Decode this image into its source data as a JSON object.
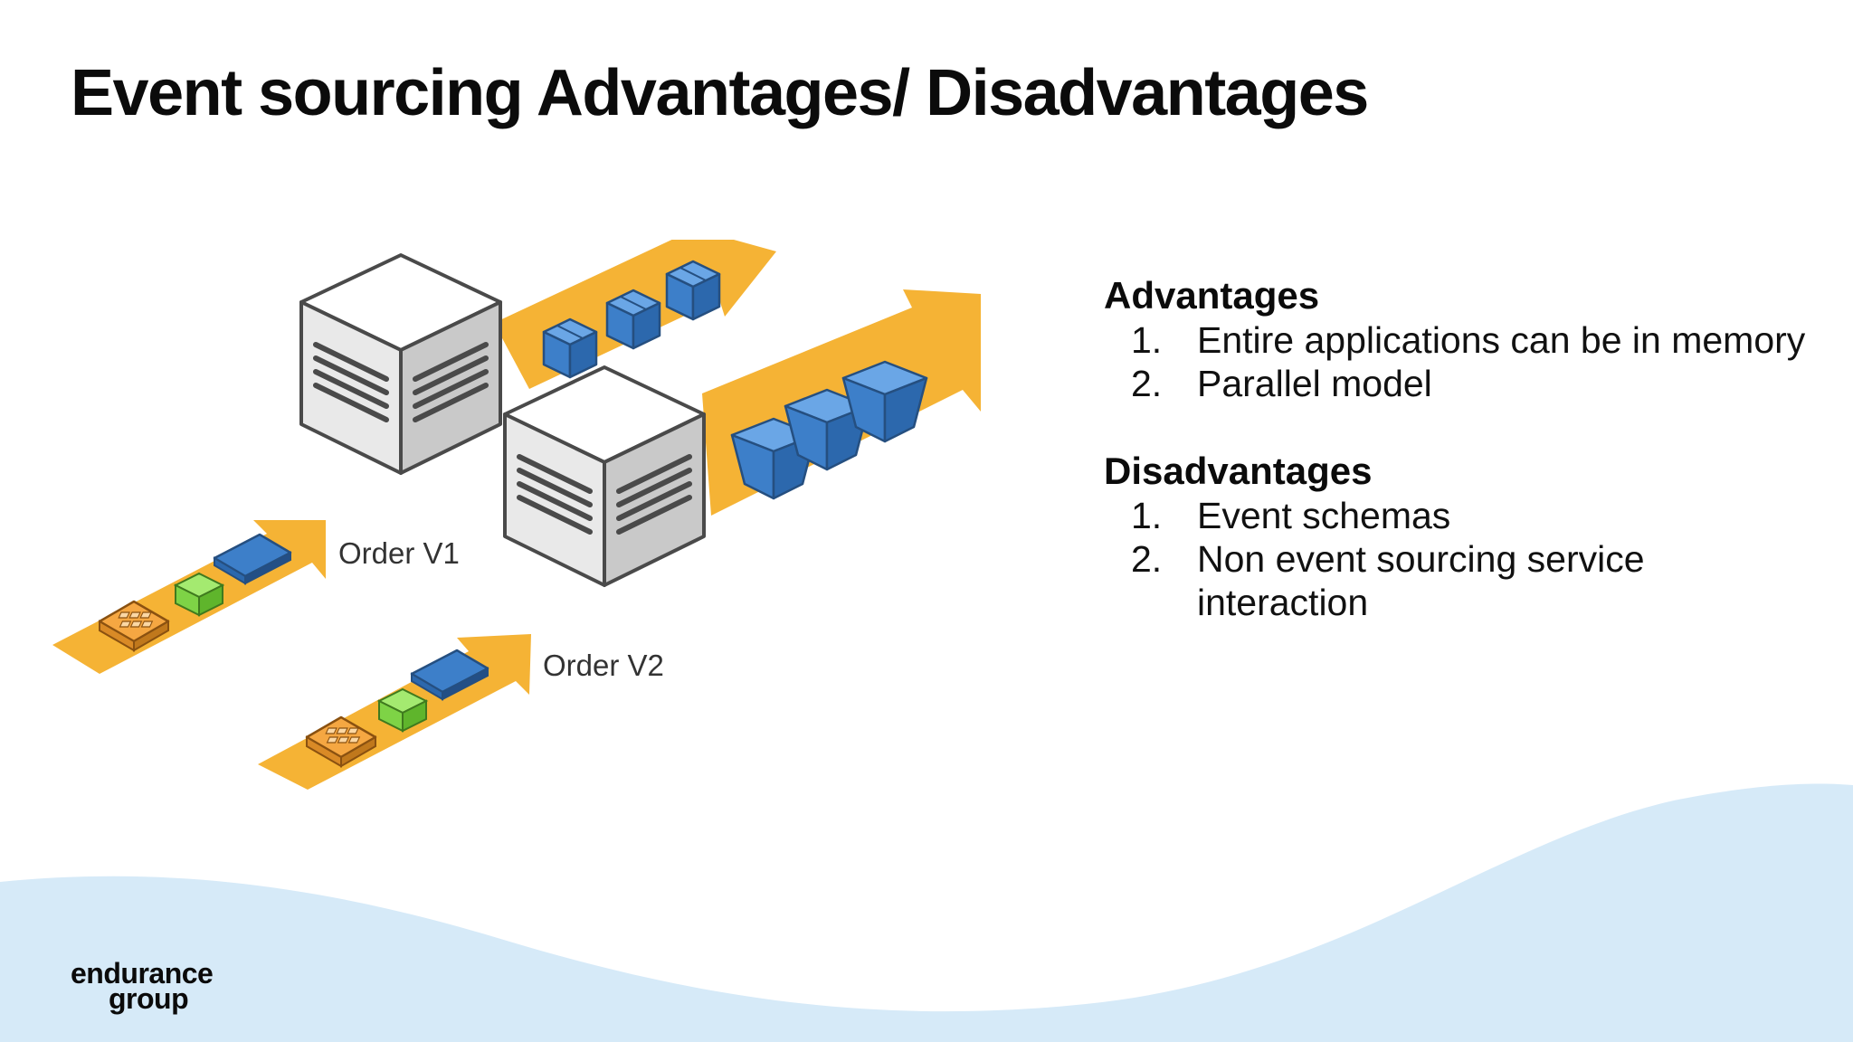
{
  "slide": {
    "title": "Event sourcing Advantages/ Disadvantages",
    "diagram": {
      "labels": [
        "Order V1",
        "Order V2"
      ]
    },
    "advantages": {
      "heading": "Advantages",
      "items": [
        {
          "num": "1.",
          "text": "Entire applications can be in memory"
        },
        {
          "num": "2.",
          "text": "Parallel model"
        }
      ]
    },
    "disadvantages": {
      "heading": "Disadvantages",
      "items": [
        {
          "num": "1.",
          "text": "Event schemas"
        },
        {
          "num": "2.",
          "text": "Non event sourcing service interaction"
        }
      ]
    },
    "logo": {
      "line1": "endurance",
      "line2": "group"
    }
  },
  "colors": {
    "wave": "#d6eaf8",
    "arrow": "#f5b335",
    "cube_blue": "#3d7fc9",
    "event_green": "#7ed346",
    "event_orange": "#f5a742"
  }
}
